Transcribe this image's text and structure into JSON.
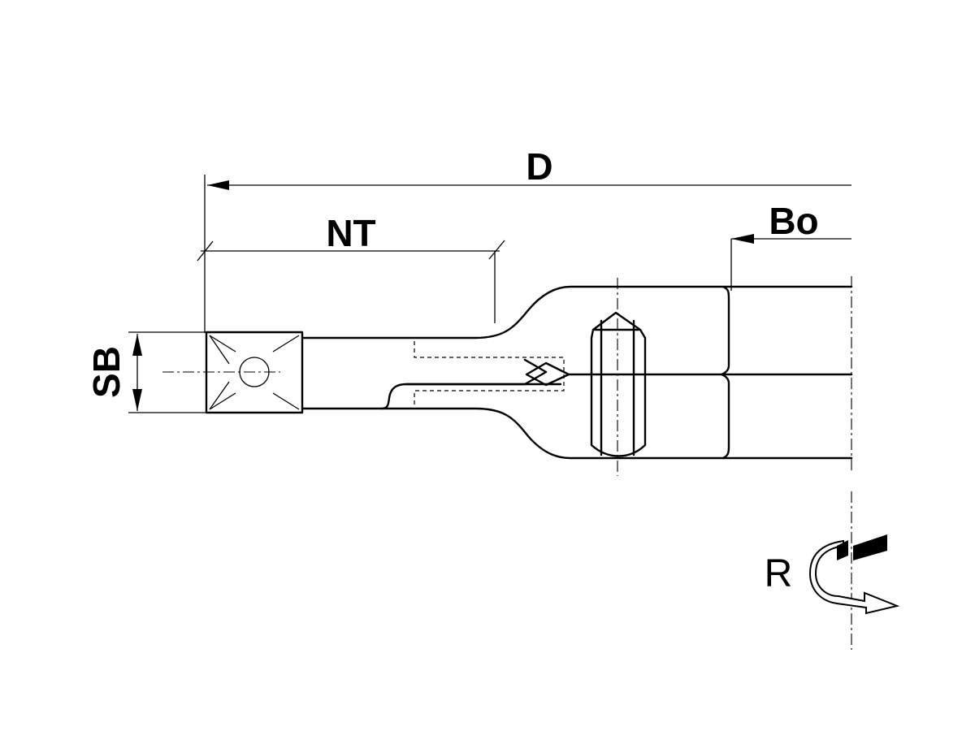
{
  "dimensions": {
    "d_label": "D",
    "nt_label": "NT",
    "bo_label": "Bo",
    "sb_label": "SB"
  },
  "rotation": {
    "label": "R"
  },
  "colors": {
    "insert_fill": "#a8a8a8",
    "line": "#000000",
    "background": "#ffffff"
  }
}
